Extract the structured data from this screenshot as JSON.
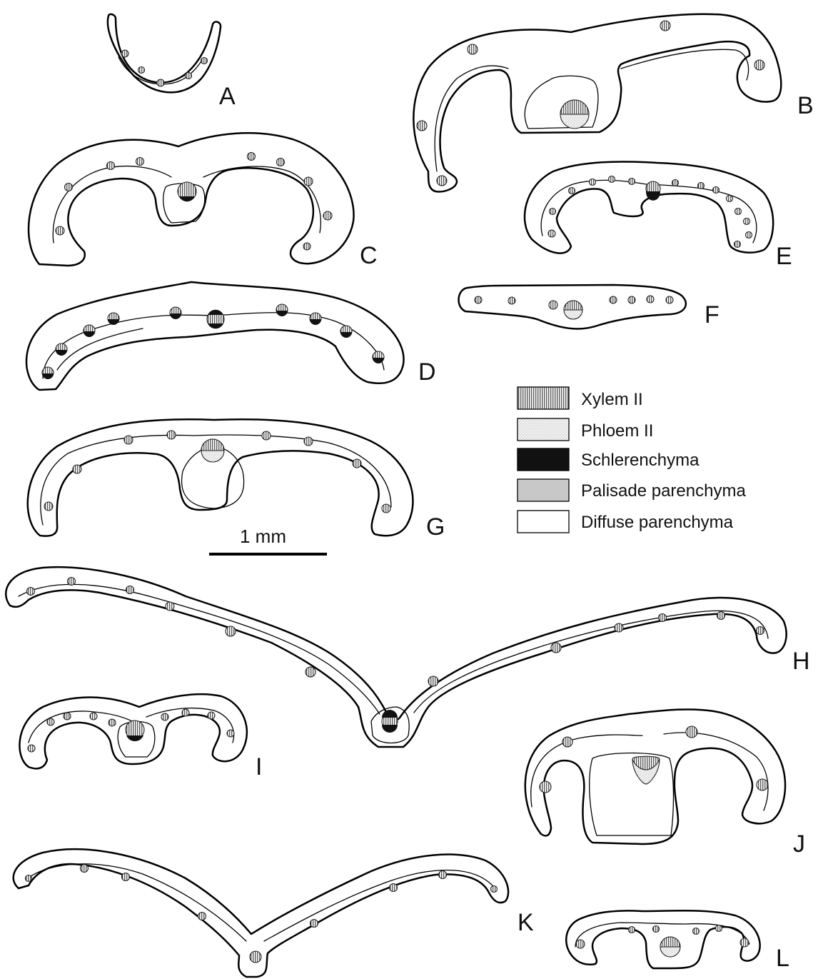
{
  "colors": {
    "palisade": "#c8c8c8",
    "diffuse": "#ffffff",
    "schlerenchyma": "#111111",
    "outline": "#000000"
  },
  "panels": [
    "A",
    "B",
    "C",
    "D",
    "E",
    "F",
    "G",
    "H",
    "I",
    "J",
    "K",
    "L"
  ],
  "legend": {
    "items": [
      {
        "key": "xylem",
        "label": "Xylem II"
      },
      {
        "key": "phloem",
        "label": "Phloem II"
      },
      {
        "key": "schlerenchyma",
        "label": "Schlerenchyma"
      },
      {
        "key": "palisade",
        "label": "Palisade parenchyma"
      },
      {
        "key": "diffuse",
        "label": "Diffuse parenchyma"
      }
    ]
  },
  "scale_bar": {
    "label": "1 mm"
  }
}
